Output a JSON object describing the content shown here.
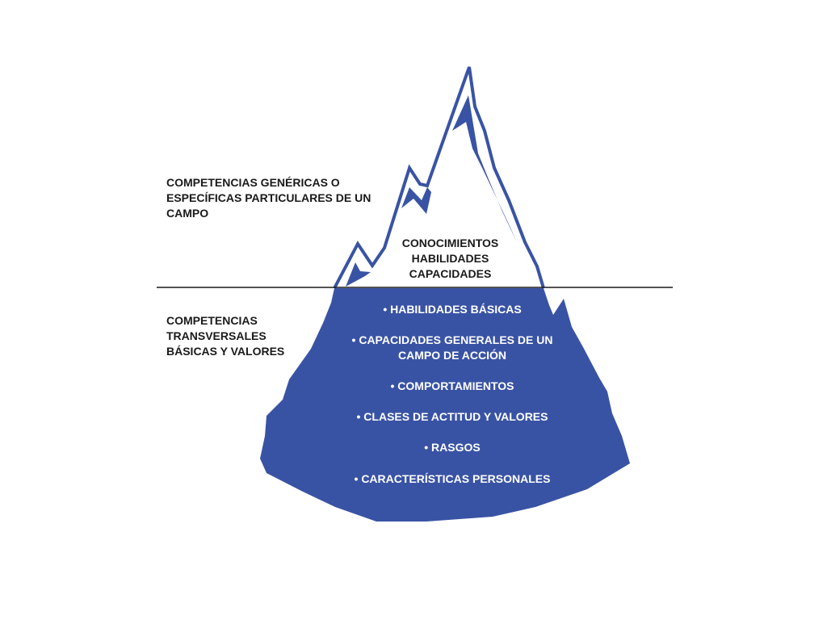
{
  "colors": {
    "iceberg_fill": "#3953a4",
    "waterline": "#1a1a1a",
    "text_dark": "#1a1a1a",
    "text_light": "#ffffff",
    "background": "#ffffff"
  },
  "above_water": {
    "side_label": {
      "lines": [
        "COMPETENCIAS GENÉRICAS O",
        "ESPECÍFICAS PARTICULARES DE UN",
        "CAMPO"
      ]
    },
    "tip_items": [
      "CONOCIMIENTOS",
      "HABILIDADES",
      "CAPACIDADES"
    ]
  },
  "below_water": {
    "side_label": {
      "lines": [
        "COMPETENCIAS",
        "TRANSVERSALES",
        "BÁSICAS Y VALORES"
      ]
    },
    "items": [
      {
        "lines": [
          "• HABILIDADES BÁSICAS"
        ]
      },
      {
        "lines": [
          "• CAPACIDADES GENERALES DE UN",
          "CAMPO DE ACCIÓN"
        ]
      },
      {
        "lines": [
          "• COMPORTAMIENTOS"
        ]
      },
      {
        "lines": [
          "• CLASES DE ACTITUD Y VALORES"
        ]
      },
      {
        "lines": [
          "• RASGOS"
        ]
      },
      {
        "lines": [
          "• CARACTERÍSTICAS PERSONALES"
        ]
      }
    ]
  }
}
